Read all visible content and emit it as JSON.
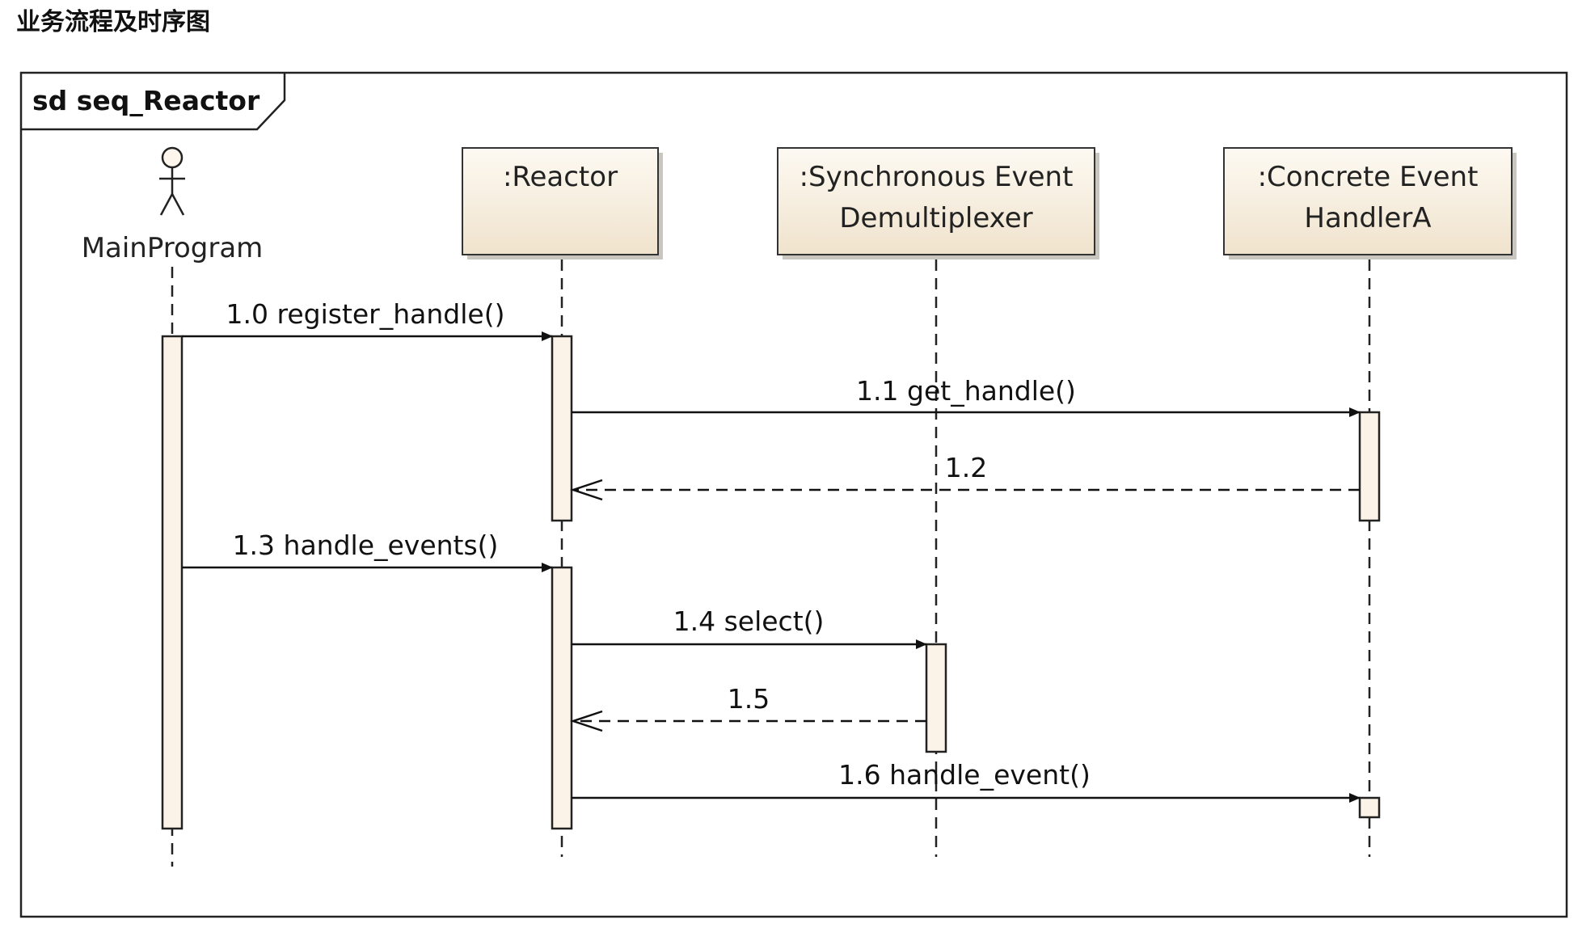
{
  "heading": "业务流程及时序图",
  "diagram": {
    "frame_title": "sd seq_Reactor",
    "actor": {
      "name": "MainProgram"
    },
    "lifelines": [
      {
        "id": "reactor",
        "lines": [
          ":Reactor"
        ]
      },
      {
        "id": "demux",
        "lines": [
          ":Synchronous Event",
          "Demultiplexer"
        ]
      },
      {
        "id": "handler",
        "lines": [
          ":Concrete Event",
          "HandlerA"
        ]
      }
    ],
    "messages": [
      {
        "id": "m10",
        "label": "1.0 register_handle()",
        "from": "MainProgram",
        "to": ":Reactor",
        "kind": "call"
      },
      {
        "id": "m11",
        "label": "1.1 get_handle()",
        "from": ":Reactor",
        "to": ":Concrete Event HandlerA",
        "kind": "call"
      },
      {
        "id": "m12",
        "label": "1.2",
        "from": ":Concrete Event HandlerA",
        "to": ":Reactor",
        "kind": "return"
      },
      {
        "id": "m13",
        "label": "1.3 handle_events()",
        "from": "MainProgram",
        "to": ":Reactor",
        "kind": "call"
      },
      {
        "id": "m14",
        "label": "1.4 select()",
        "from": ":Reactor",
        "to": ":Synchronous Event Demultiplexer",
        "kind": "call"
      },
      {
        "id": "m15",
        "label": "1.5",
        "from": ":Synchronous Event Demultiplexer",
        "to": ":Reactor",
        "kind": "return"
      },
      {
        "id": "m16",
        "label": "1.6 handle_event()",
        "from": ":Reactor",
        "to": ":Concrete Event HandlerA",
        "kind": "call"
      }
    ],
    "colors": {
      "box_fill": "#f3e8d7",
      "box_fill_light": "#fbf5ec",
      "line": "#111111",
      "shadow": "#c9c5bf"
    }
  }
}
